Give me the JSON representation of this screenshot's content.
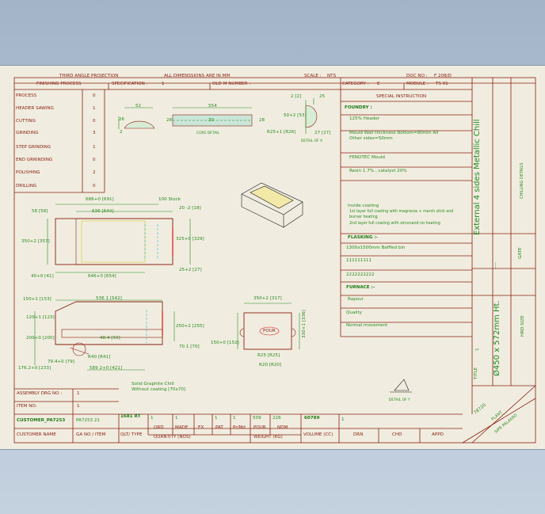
{
  "top_strip": {
    "projection": "THIRD ANGLE PROJECTION",
    "dimensions_note": "ALL DIMENSSIONS ARE IN MM",
    "scale_label": "SCALE :",
    "scale_value": "NTS",
    "doc_no_label": "DOC NO :",
    "doc_no_value": "F 208/D"
  },
  "process_table": {
    "header": "FINISHING PROCESS",
    "rows": [
      {
        "name": "PROCESS",
        "value": "0"
      },
      {
        "name": "HEADER SAWING",
        "value": "1"
      },
      {
        "name": "CUTTING",
        "value": "0"
      },
      {
        "name": "GRINDING",
        "value": "3"
      },
      {
        "name": "STEP GRINDING",
        "value": "1"
      },
      {
        "name": "END GRRINDING",
        "value": "0"
      },
      {
        "name": "POLISHING",
        "value": "2"
      },
      {
        "name": "DRILLING",
        "value": "0"
      }
    ]
  },
  "spec_bar": {
    "specification_label": "SPECIFICATION :",
    "specification_value": "1",
    "old_number_label": "OLD M NUMBER :"
  },
  "category": {
    "category_label": "CATEGORY :",
    "category_value": "E",
    "module_label": "MODULE :",
    "module_value": "TS 01"
  },
  "instructions": {
    "title": "SPECIAL INSTRUCTION",
    "foundry_heading": "FOUNDRY :",
    "header_pct": "125% Header",
    "mould_wall_1": "Mould Wall thickness  Bottom=80mm  All",
    "mould_wall_2": "Other sides=50mm",
    "fenotec": "FENOTEC Mould",
    "resin": "Resin 1.7% , catalyst 20%",
    "inside_coating": "Inside coating",
    "layer1a": "1st layer full coating with magnesia + march stick and",
    "layer1b": "burner heating",
    "layer2": "2nd layer full coating with zirconand no heating",
    "flasking_heading": "FLASKING :-",
    "flask_size": "1300x1500mm Baffled bin",
    "code1": "111111111",
    "code2": "2222222222",
    "furnace_heading": "FURNACE :-",
    "furnace_value": "Rapour",
    "quality": "Quality",
    "movement": "Normal movement"
  },
  "right_columns": {
    "product_title": "External 4 sides Metallic Chill",
    "product_size": "Ø450 x 572mm Ht.",
    "chilling_details": "CHILLING DETAILS",
    "gate": "GATE",
    "gate_value": "----",
    "hrd_size": "HRD SIZE",
    "title_label": "TITLE",
    "title_value": "1",
    "part_no": "78720",
    "plant_label": "PLANT",
    "plant_value": "SIPR PALAKAD"
  },
  "bottom_block": {
    "assembly_label": "ASSEMBLY DRG NO :",
    "assembly_value": "1",
    "item_label": "ITEM NO:",
    "item_value": "1",
    "customer_code": "CUSTOMER_PA7253",
    "pa_code": "PA7253 21",
    "customer_name_label": "CUSTOMER NAME",
    "ga_item_label": "GA NO / ITEM",
    "lot": "1681 RT",
    "qlt_type_label": "QLT/ TYPE",
    "qty_values": [
      "1",
      "1",
      "",
      "1",
      "1"
    ],
    "qty_headers": [
      "ORD",
      "MADE",
      "EX",
      "PAT",
      "Pr/Md"
    ],
    "quantity_label": "QUANTITY (NOS)",
    "pour_value": "509",
    "ndm_value": "226",
    "pour_label": "POUR",
    "ndm_label": "NDM",
    "weight_label": "WEIGHT (KG)",
    "volume_value": "60789",
    "volume_label": "VOLUME (CC)",
    "sep_value": "1",
    "drn_label": "DRN",
    "chd_label": "CHD",
    "appd_label": "APPD"
  },
  "drawing_notes": {
    "core_detail": "CORE DETAIL",
    "detail_x": "DETAIL OF X",
    "detail_y": "DETAIL OF Y",
    "solid_graphite": "Solid Graphite Chill",
    "without_coating": "Without coating [70x70]",
    "pour": "POUR",
    "stock": "100 Stock"
  },
  "dims": {
    "d52": "52",
    "d26": "26",
    "d2a": "2",
    "d554": "554",
    "d30": "30",
    "d28a": "28",
    "d28b": "28",
    "d2b": "2 [2]",
    "d25a": "25",
    "d50": "50+2 [53]",
    "d25r": "R25+1 [R26]",
    "d27": "27 [27]",
    "d686": "686+0 [691]",
    "d58": "58 [58]",
    "d636": "636 [644]",
    "d20": "20 -2 [18]",
    "d350": "350+2 [357]",
    "d325": "325+0 [329]",
    "d25b": "25+2 [27]",
    "d40": "40+0 [41]",
    "d646": "646+0 [654]",
    "d150": "150+1 [153]",
    "d536": "536 1 [542]",
    "d120": "120+1 [123]",
    "d200": "200+0 [200]",
    "d250": "250+2 [255]",
    "d48": "48.4 [50]",
    "d70": "70 1 [70]",
    "dr40": "R40 [R41]",
    "d79": "79.4+0 [79]",
    "d589": "589 2+0 [421]",
    "d176": "176.2+0 [233]",
    "d350b": "350+2 [317]",
    "d150b": "150+0 [152]",
    "d330": "330+1 [336]",
    "dr25": "R25 [R25]",
    "dr20": "R20 [R20]"
  }
}
